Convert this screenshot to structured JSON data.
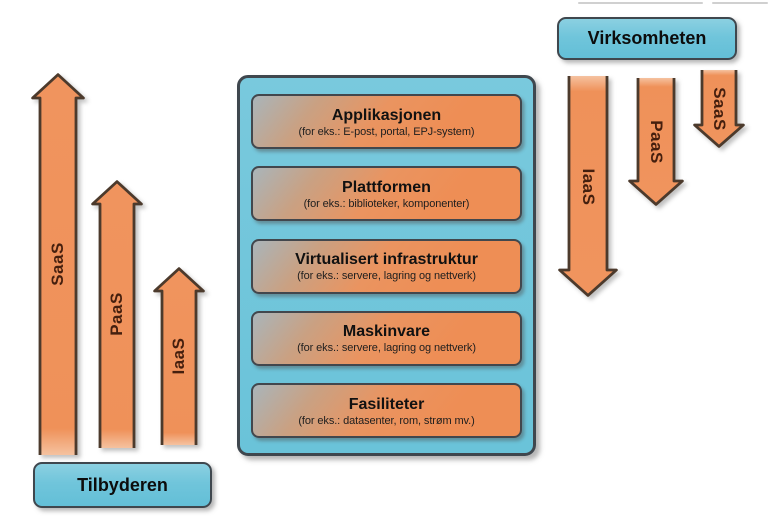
{
  "provider_side": {
    "arrows": [
      {
        "label": "SaaS"
      },
      {
        "label": "PaaS"
      },
      {
        "label": "IaaS"
      }
    ],
    "box_label": "Tilbyderen"
  },
  "stack": {
    "layers": [
      {
        "title": "Applikasjonen",
        "subtitle": "(for eks.: E-post, portal, EPJ-system)"
      },
      {
        "title": "Plattformen",
        "subtitle": "(for eks.: biblioteker, komponenter)"
      },
      {
        "title": "Virtualisert infrastruktur",
        "subtitle": "(for eks.: servere, lagring og nettverk)"
      },
      {
        "title": "Maskinvare",
        "subtitle": "(for eks.: servere, lagring og nettverk)"
      },
      {
        "title": "Fasiliteter",
        "subtitle": "(for eks.: datasenter, rom, strøm mv.)"
      }
    ]
  },
  "enterprise_side": {
    "box_label": "Virksomheten",
    "arrows": [
      {
        "label": "IaaS"
      },
      {
        "label": "PaaS"
      },
      {
        "label": "SaaS"
      }
    ]
  },
  "colors": {
    "arrow_orange": "#f0945e",
    "arrow_border": "#4c3a2c",
    "panel_blue": "#70c5db",
    "panel_border": "#3f474e",
    "layer_gray": "#a9b5ba",
    "label_dark": "#451f0e"
  }
}
